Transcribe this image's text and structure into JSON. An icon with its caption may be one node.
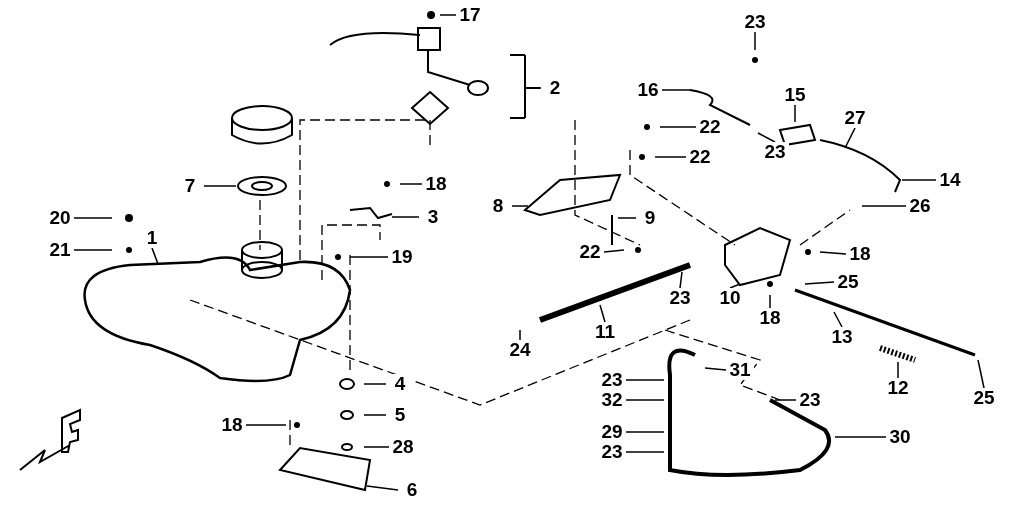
{
  "diagram": {
    "nodes": [
      {
        "text": [
          "17"
        ]
      },
      {
        "text": [
          "2"
        ]
      },
      {
        "text": [
          "16"
        ]
      },
      {
        "text": [
          "23"
        ]
      },
      {
        "text": [
          "15"
        ]
      },
      {
        "text": [
          "23"
        ]
      },
      {
        "text": [
          "27"
        ]
      },
      {
        "text": [
          "14"
        ]
      },
      {
        "text": [
          "22"
        ]
      },
      {
        "text": [
          "22"
        ]
      },
      {
        "text": [
          "7"
        ]
      },
      {
        "text": [
          "18"
        ]
      },
      {
        "text": [
          "3"
        ]
      },
      {
        "text": [
          "20"
        ]
      },
      {
        "text": [
          "8"
        ]
      },
      {
        "text": [
          "9"
        ]
      },
      {
        "text": [
          "26"
        ]
      },
      {
        "text": [
          "1"
        ]
      },
      {
        "text": [
          "21"
        ]
      },
      {
        "text": [
          "19"
        ]
      },
      {
        "text": [
          "22"
        ]
      },
      {
        "text": [
          "18"
        ]
      },
      {
        "text": [
          "25"
        ]
      },
      {
        "text": [
          "23"
        ]
      },
      {
        "text": [
          "10"
        ]
      },
      {
        "text": [
          "18"
        ]
      },
      {
        "text": [
          "11"
        ]
      },
      {
        "text": [
          "13"
        ]
      },
      {
        "text": [
          "24"
        ]
      },
      {
        "text": [
          "31"
        ]
      },
      {
        "text": [
          "4"
        ]
      },
      {
        "text": [
          "23"
        ]
      },
      {
        "text": [
          "12"
        ]
      },
      {
        "text": [
          "25"
        ]
      },
      {
        "text": [
          "23"
        ]
      },
      {
        "text": [
          "32"
        ]
      },
      {
        "text": [
          "5"
        ]
      },
      {
        "text": [
          "18"
        ]
      },
      {
        "text": [
          "29"
        ]
      },
      {
        "text": [
          "30"
        ]
      },
      {
        "text": [
          "28"
        ]
      },
      {
        "text": [
          "23"
        ]
      },
      {
        "text": [
          "6"
        ]
      }
    ],
    "edges": [
      {
        "from": 0,
        "to": null,
        "arrow": "none"
      },
      {
        "from": 1,
        "to": null,
        "arrow": "none"
      },
      {
        "from": 2,
        "to": null,
        "arrow": "none"
      },
      {
        "from": 3,
        "to": null,
        "arrow": "none"
      },
      {
        "from": 4,
        "to": null,
        "arrow": "none"
      },
      {
        "from": 5,
        "to": null,
        "arrow": "none"
      },
      {
        "from": 6,
        "to": null,
        "arrow": "none"
      },
      {
        "from": 7,
        "to": null,
        "arrow": "none"
      },
      {
        "from": 8,
        "to": null,
        "arrow": "none"
      },
      {
        "from": 9,
        "to": null,
        "arrow": "none"
      },
      {
        "from": 10,
        "to": null,
        "arrow": "none"
      },
      {
        "from": 11,
        "to": null,
        "arrow": "none"
      },
      {
        "from": 12,
        "to": null,
        "arrow": "none"
      },
      {
        "from": 13,
        "to": null,
        "arrow": "none"
      },
      {
        "from": 14,
        "to": null,
        "arrow": "none"
      },
      {
        "from": 15,
        "to": null,
        "arrow": "none"
      },
      {
        "from": 16,
        "to": null,
        "arrow": "none"
      },
      {
        "from": 17,
        "to": null,
        "arrow": "none"
      },
      {
        "from": 18,
        "to": null,
        "arrow": "none"
      },
      {
        "from": 19,
        "to": null,
        "arrow": "none"
      },
      {
        "from": 20,
        "to": null,
        "arrow": "none"
      },
      {
        "from": 21,
        "to": null,
        "arrow": "none"
      },
      {
        "from": 22,
        "to": null,
        "arrow": "none"
      },
      {
        "from": 23,
        "to": null,
        "arrow": "none"
      },
      {
        "from": 24,
        "to": null,
        "arrow": "none"
      },
      {
        "from": 25,
        "to": null,
        "arrow": "none"
      },
      {
        "from": 26,
        "to": null,
        "arrow": "none"
      },
      {
        "from": 27,
        "to": null,
        "arrow": "none"
      },
      {
        "from": 28,
        "to": null,
        "arrow": "none"
      },
      {
        "from": 29,
        "to": null,
        "arrow": "none"
      },
      {
        "from": 30,
        "to": null,
        "arrow": "none"
      },
      {
        "from": 31,
        "to": null,
        "arrow": "none"
      },
      {
        "from": 32,
        "to": null,
        "arrow": "none"
      },
      {
        "from": 33,
        "to": null,
        "arrow": "none"
      },
      {
        "from": 34,
        "to": null,
        "arrow": "none"
      },
      {
        "from": 35,
        "to": null,
        "arrow": "none"
      },
      {
        "from": 36,
        "to": null,
        "arrow": "none"
      },
      {
        "from": 37,
        "to": null,
        "arrow": "none"
      },
      {
        "from": 38,
        "to": null,
        "arrow": "none"
      },
      {
        "from": 39,
        "to": null,
        "arrow": "none"
      },
      {
        "from": 40,
        "to": null,
        "arrow": "none"
      },
      {
        "from": 41,
        "to": null,
        "arrow": "none"
      },
      {
        "from": 42,
        "to": null,
        "arrow": "none"
      }
    ]
  }
}
